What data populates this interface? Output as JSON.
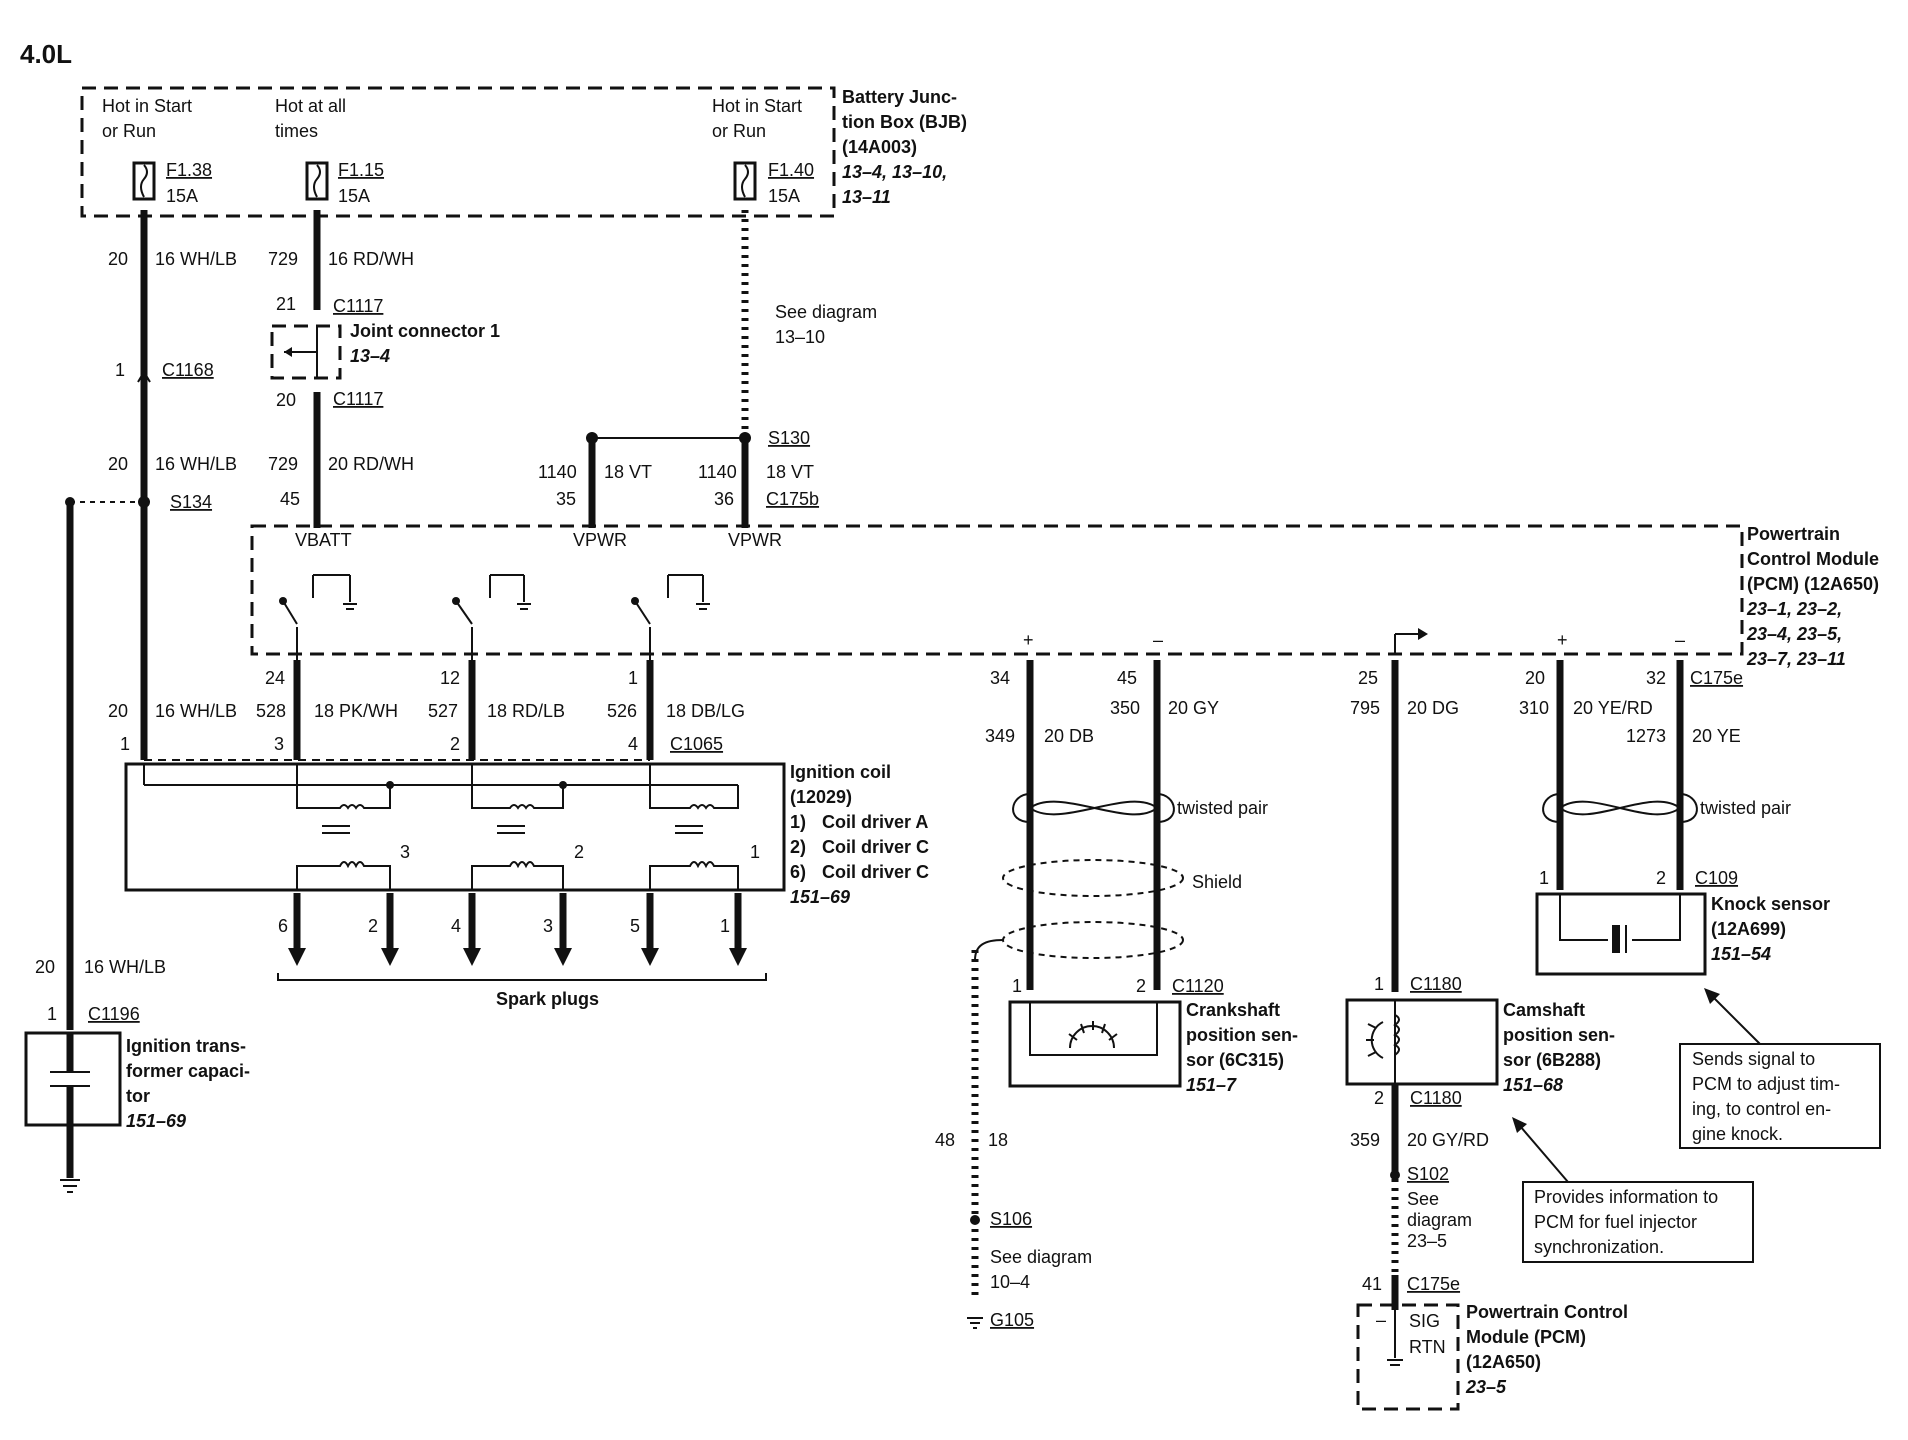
{
  "title": "4.0L",
  "bjb": {
    "name_lines": [
      "Battery Junc-",
      "tion Box (BJB)",
      "(14A003)"
    ],
    "ref_lines": [
      "13–4, 13–10,",
      "13–11"
    ],
    "feeds": [
      {
        "desc_lines": [
          "Hot in Start",
          "or Run"
        ],
        "fuse": "F1.38",
        "rating": "15A"
      },
      {
        "desc_lines": [
          "Hot at all",
          "times"
        ],
        "fuse": "F1.15",
        "rating": "15A"
      },
      {
        "desc_lines": [
          "Hot in Start",
          "or Run"
        ],
        "fuse": "F1.40",
        "rating": "15A"
      }
    ]
  },
  "wires": {
    "w1a": {
      "circuit": "20",
      "gauge": "16 WH/LB"
    },
    "w1b": {
      "circuit": "20",
      "gauge": "16 WH/LB"
    },
    "w1c": {
      "circuit": "20",
      "gauge": "16 WH/LB"
    },
    "w1d": {
      "circuit": "20",
      "gauge": "16 WH/LB"
    },
    "w2a": {
      "circuit": "729",
      "gauge": "16 RD/WH"
    },
    "w2b": {
      "circuit": "729",
      "gauge": "20 RD/WH"
    },
    "w3a": {
      "circuit": "1140",
      "gauge": "18 VT"
    },
    "w3b": {
      "circuit": "1140",
      "gauge": "18 VT"
    },
    "w4": {
      "circuit": "528",
      "gauge": "18 PK/WH"
    },
    "w5": {
      "circuit": "527",
      "gauge": "18 RD/LB"
    },
    "w6": {
      "circuit": "526",
      "gauge": "18 DB/LG"
    },
    "w7": {
      "circuit": "349",
      "gauge": "20 DB"
    },
    "w8": {
      "circuit": "350",
      "gauge": "20 GY"
    },
    "w9": {
      "circuit": "795",
      "gauge": "20 DG"
    },
    "w10": {
      "circuit": "310",
      "gauge": "20 YE/RD"
    },
    "w11": {
      "circuit": "1273",
      "gauge": "20 YE"
    },
    "w12": {
      "circuit": "359",
      "gauge": "20 GY/RD"
    },
    "w13": {
      "circuit": "48",
      "gauge": "18"
    }
  },
  "connectors": {
    "c1168": {
      "pin": "1",
      "name": "C1168"
    },
    "c1117a": {
      "pin": "21",
      "name": "C1117"
    },
    "c1117b": {
      "pin": "20",
      "name": "C1117"
    },
    "c175b_pins": [
      "45",
      "35",
      "36"
    ],
    "c175b": "C175b",
    "c175e": "C175e",
    "c1065": "C1065",
    "c1065_pins": [
      "1",
      "3",
      "2",
      "4"
    ],
    "pcm_pins": [
      "24",
      "12",
      "1",
      "34",
      "45",
      "25",
      "20",
      "32"
    ],
    "c1120": "C1120",
    "c1120_pins": [
      "1",
      "2"
    ],
    "c1180": "C1180",
    "c1180_pins": [
      "1",
      "2"
    ],
    "c109": "C109",
    "c109_pins": [
      "1",
      "2"
    ],
    "c1196": {
      "pin": "1",
      "name": "C1196"
    },
    "c175e_bottom": {
      "pin": "41",
      "name": "C175e"
    }
  },
  "joint_connector": {
    "name": "Joint connector 1",
    "ref": "13–4"
  },
  "see_diagram_1": [
    "See diagram",
    "13–10"
  ],
  "splices": {
    "s130": "S130",
    "s134": "S134",
    "s102": "S102",
    "s106": "S106",
    "g105": "G105"
  },
  "pcm_top": {
    "pins": [
      "VBATT",
      "VPWR",
      "VPWR"
    ],
    "name_lines": [
      "Powertrain",
      "Control Module",
      "(PCM) (12A650)"
    ],
    "ref_lines": [
      "23–1, 23–2,",
      "23–4, 23–5,",
      "23–7, 23–11"
    ]
  },
  "ignition_coil": {
    "name_lines": [
      "Ignition coil",
      "(12029)"
    ],
    "drivers": [
      {
        "num": "1)",
        "label": "Coil driver A"
      },
      {
        "num": "2)",
        "label": "Coil driver C"
      },
      {
        "num": "6)",
        "label": "Coil driver C"
      }
    ],
    "ref": "151–69",
    "secondary_labels": [
      "3",
      "2",
      "1"
    ]
  },
  "spark_plugs": {
    "label": "Spark plugs",
    "numbers": [
      "6",
      "2",
      "4",
      "3",
      "5",
      "1"
    ]
  },
  "twisted_pair": "twisted pair",
  "shield": "Shield",
  "ignition_capacitor": {
    "name_lines": [
      "Ignition trans-",
      "former capaci-",
      "tor"
    ],
    "ref": "151–69"
  },
  "crank_sensor": {
    "name_lines": [
      "Crankshaft",
      "position sen-",
      "sor (6C315)"
    ],
    "ref": "151–7"
  },
  "cam_sensor": {
    "name_lines": [
      "Camshaft",
      "position sen-",
      "sor (6B288)"
    ],
    "ref": "151–68"
  },
  "knock_sensor": {
    "name_lines": [
      "Knock sensor",
      "(12A699)"
    ],
    "ref": "151–54"
  },
  "see_diagram_10": [
    "See diagram",
    "10–4"
  ],
  "see_diagram_23": [
    "See",
    "diagram",
    "23–5"
  ],
  "notes": {
    "knock": [
      "Sends signal to",
      "PCM to adjust tim-",
      "ing, to control en-",
      "gine knock."
    ],
    "cam": [
      "Provides information to",
      "PCM for fuel injector",
      "synchronization."
    ]
  },
  "pcm_bottom": {
    "pin_labels": [
      "SIG",
      "RTN"
    ],
    "name_lines": [
      "Powertrain Control",
      "Module (PCM)",
      "(12A650)"
    ],
    "ref": "23–5"
  },
  "polarity": {
    "plus": "+",
    "minus": "–"
  }
}
